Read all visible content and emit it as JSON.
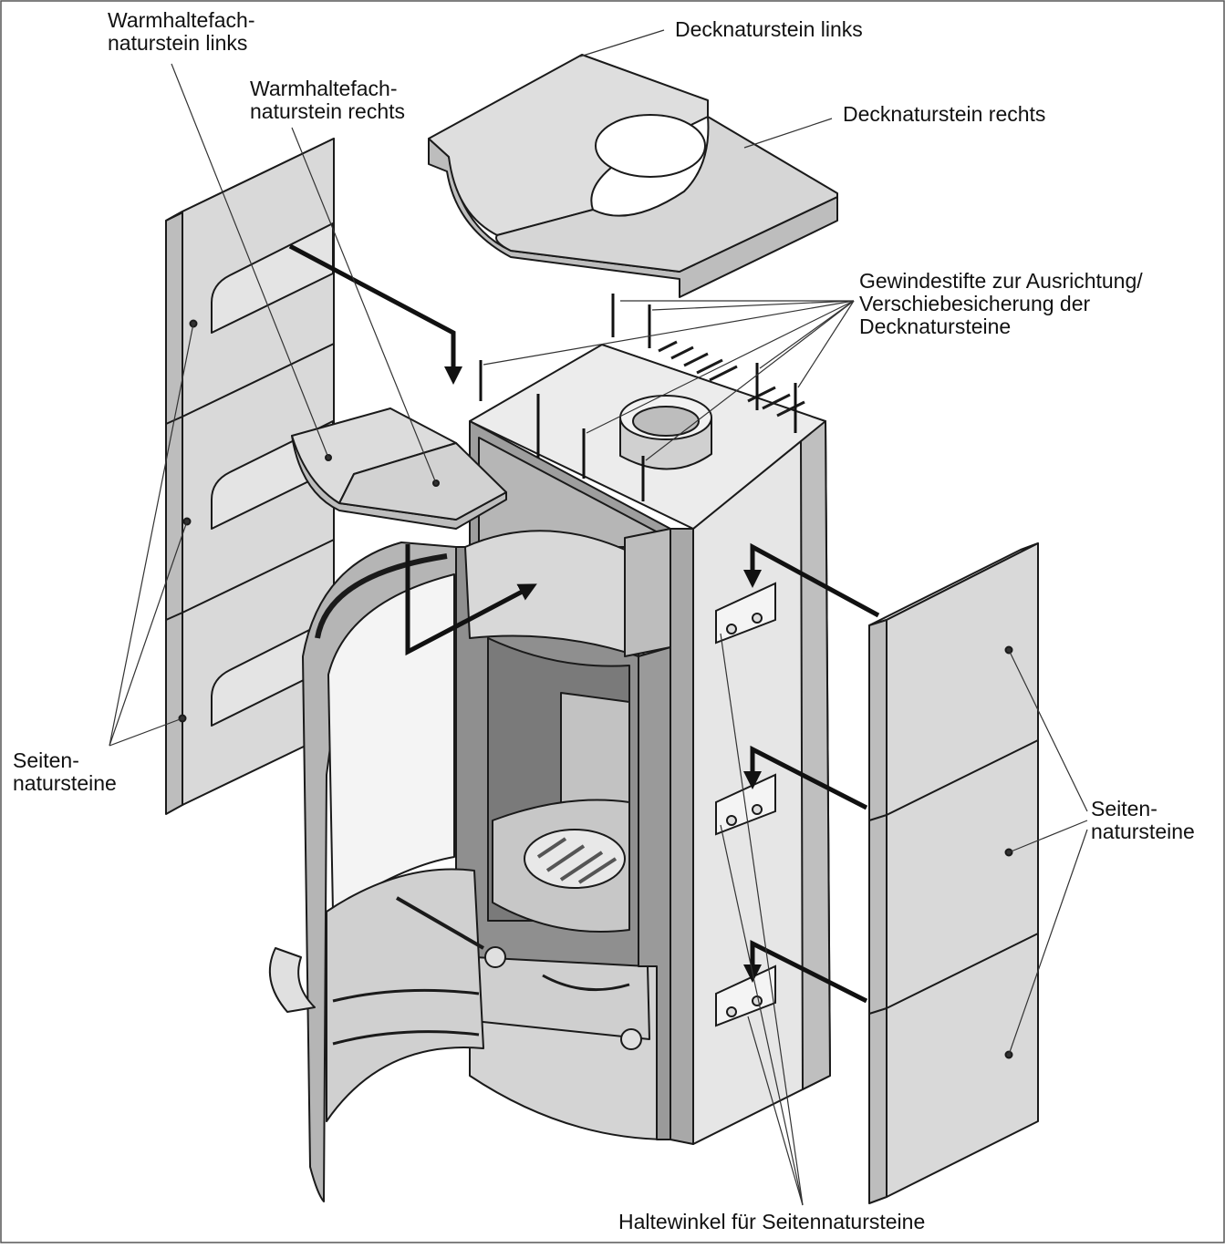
{
  "labels": {
    "warmhaltefach_links": [
      "Warmhaltefach-",
      "naturstein links"
    ],
    "warmhaltefach_rechts": [
      "Warmhaltefach-",
      "naturstein rechts"
    ],
    "deck_links": "Decknaturstein links",
    "deck_rechts": "Decknaturstein rechts",
    "gewindestifte": [
      "Gewindestifte zur Ausrichtung/",
      "Verschiebesicherung der",
      "Decknatursteine"
    ],
    "seiten_links": [
      "Seiten-",
      "natursteine"
    ],
    "seiten_rechts": [
      "Seiten-",
      "natursteine"
    ],
    "haltewinkel": "Haltewinkel für Seitennatursteine"
  },
  "colors": {
    "stone": "#d9d9d9",
    "stone_dark": "#bdbdbd",
    "metal_light": "#ebebeb",
    "metal_mid": "#c4c4c4",
    "metal_dark": "#8e8e8e",
    "line": "#1a1a1a",
    "arrow": "#111111"
  }
}
